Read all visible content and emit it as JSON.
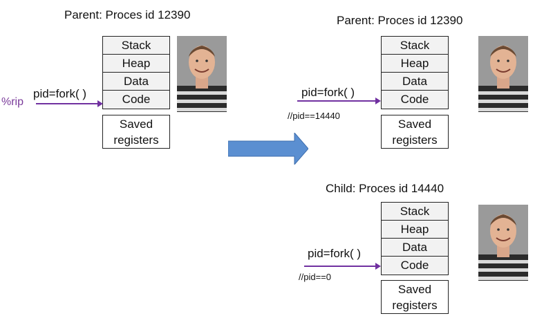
{
  "parent_left": {
    "title": "Parent: Proces id 12390",
    "segments": [
      "Stack",
      "Heap",
      "Data",
      "Code"
    ],
    "registers": [
      "Saved",
      "registers"
    ],
    "code": "pid=fork( )",
    "rip": "%rip"
  },
  "parent_right": {
    "title": "Parent: Proces id 12390",
    "segments": [
      "Stack",
      "Heap",
      "Data",
      "Code"
    ],
    "registers": [
      "Saved",
      "registers"
    ],
    "code": "pid=fork( )",
    "note": "//pid==14440"
  },
  "child": {
    "title": "Child: Proces id 14440",
    "segments": [
      "Stack",
      "Heap",
      "Data",
      "Code"
    ],
    "registers": [
      "Saved",
      "registers"
    ],
    "code": "pid=fork( )",
    "note": "//pid==0"
  },
  "colors": {
    "arrow_blue": "#5b8fd1",
    "pointer_purple": "#7030a0",
    "box_fill": "#f2f2f2"
  },
  "icons": [
    "person-photo",
    "transition-arrow"
  ]
}
